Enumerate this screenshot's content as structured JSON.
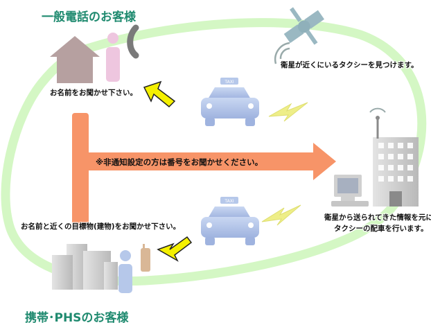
{
  "landline": {
    "title": "一般電話のお客様",
    "instruction": "お名前をお聞かせ下さい。"
  },
  "mobile": {
    "title": "携帯･PHSのお客様",
    "instruction": "お名前と近くの目標物(建物)をお聞かせ下さい。"
  },
  "satellite": {
    "caption": "衛星が近くにいるタクシーを見つけます。"
  },
  "center": {
    "caption_line1": "衛星から送られてきた情報を元に",
    "caption_line2": "タクシーの配車を行います。"
  },
  "arrow": {
    "note": "※非通知設定の方は番号をお聞かせください。"
  },
  "taxi": {
    "sign_label": "TAXI"
  },
  "colors": {
    "loop": "#d4f7c4",
    "arrow": "#f79468",
    "taxi": "#b6c8ea",
    "lightning": "#eeee88",
    "pointer": "#f4f000",
    "title": "#1f8a6f"
  },
  "icons": [
    "house-icon",
    "person-icon",
    "telephone-icon",
    "satellite-icon",
    "taxi-icon",
    "lightning-icon",
    "office-building-icon",
    "computer-icon",
    "cellphone-icon"
  ]
}
